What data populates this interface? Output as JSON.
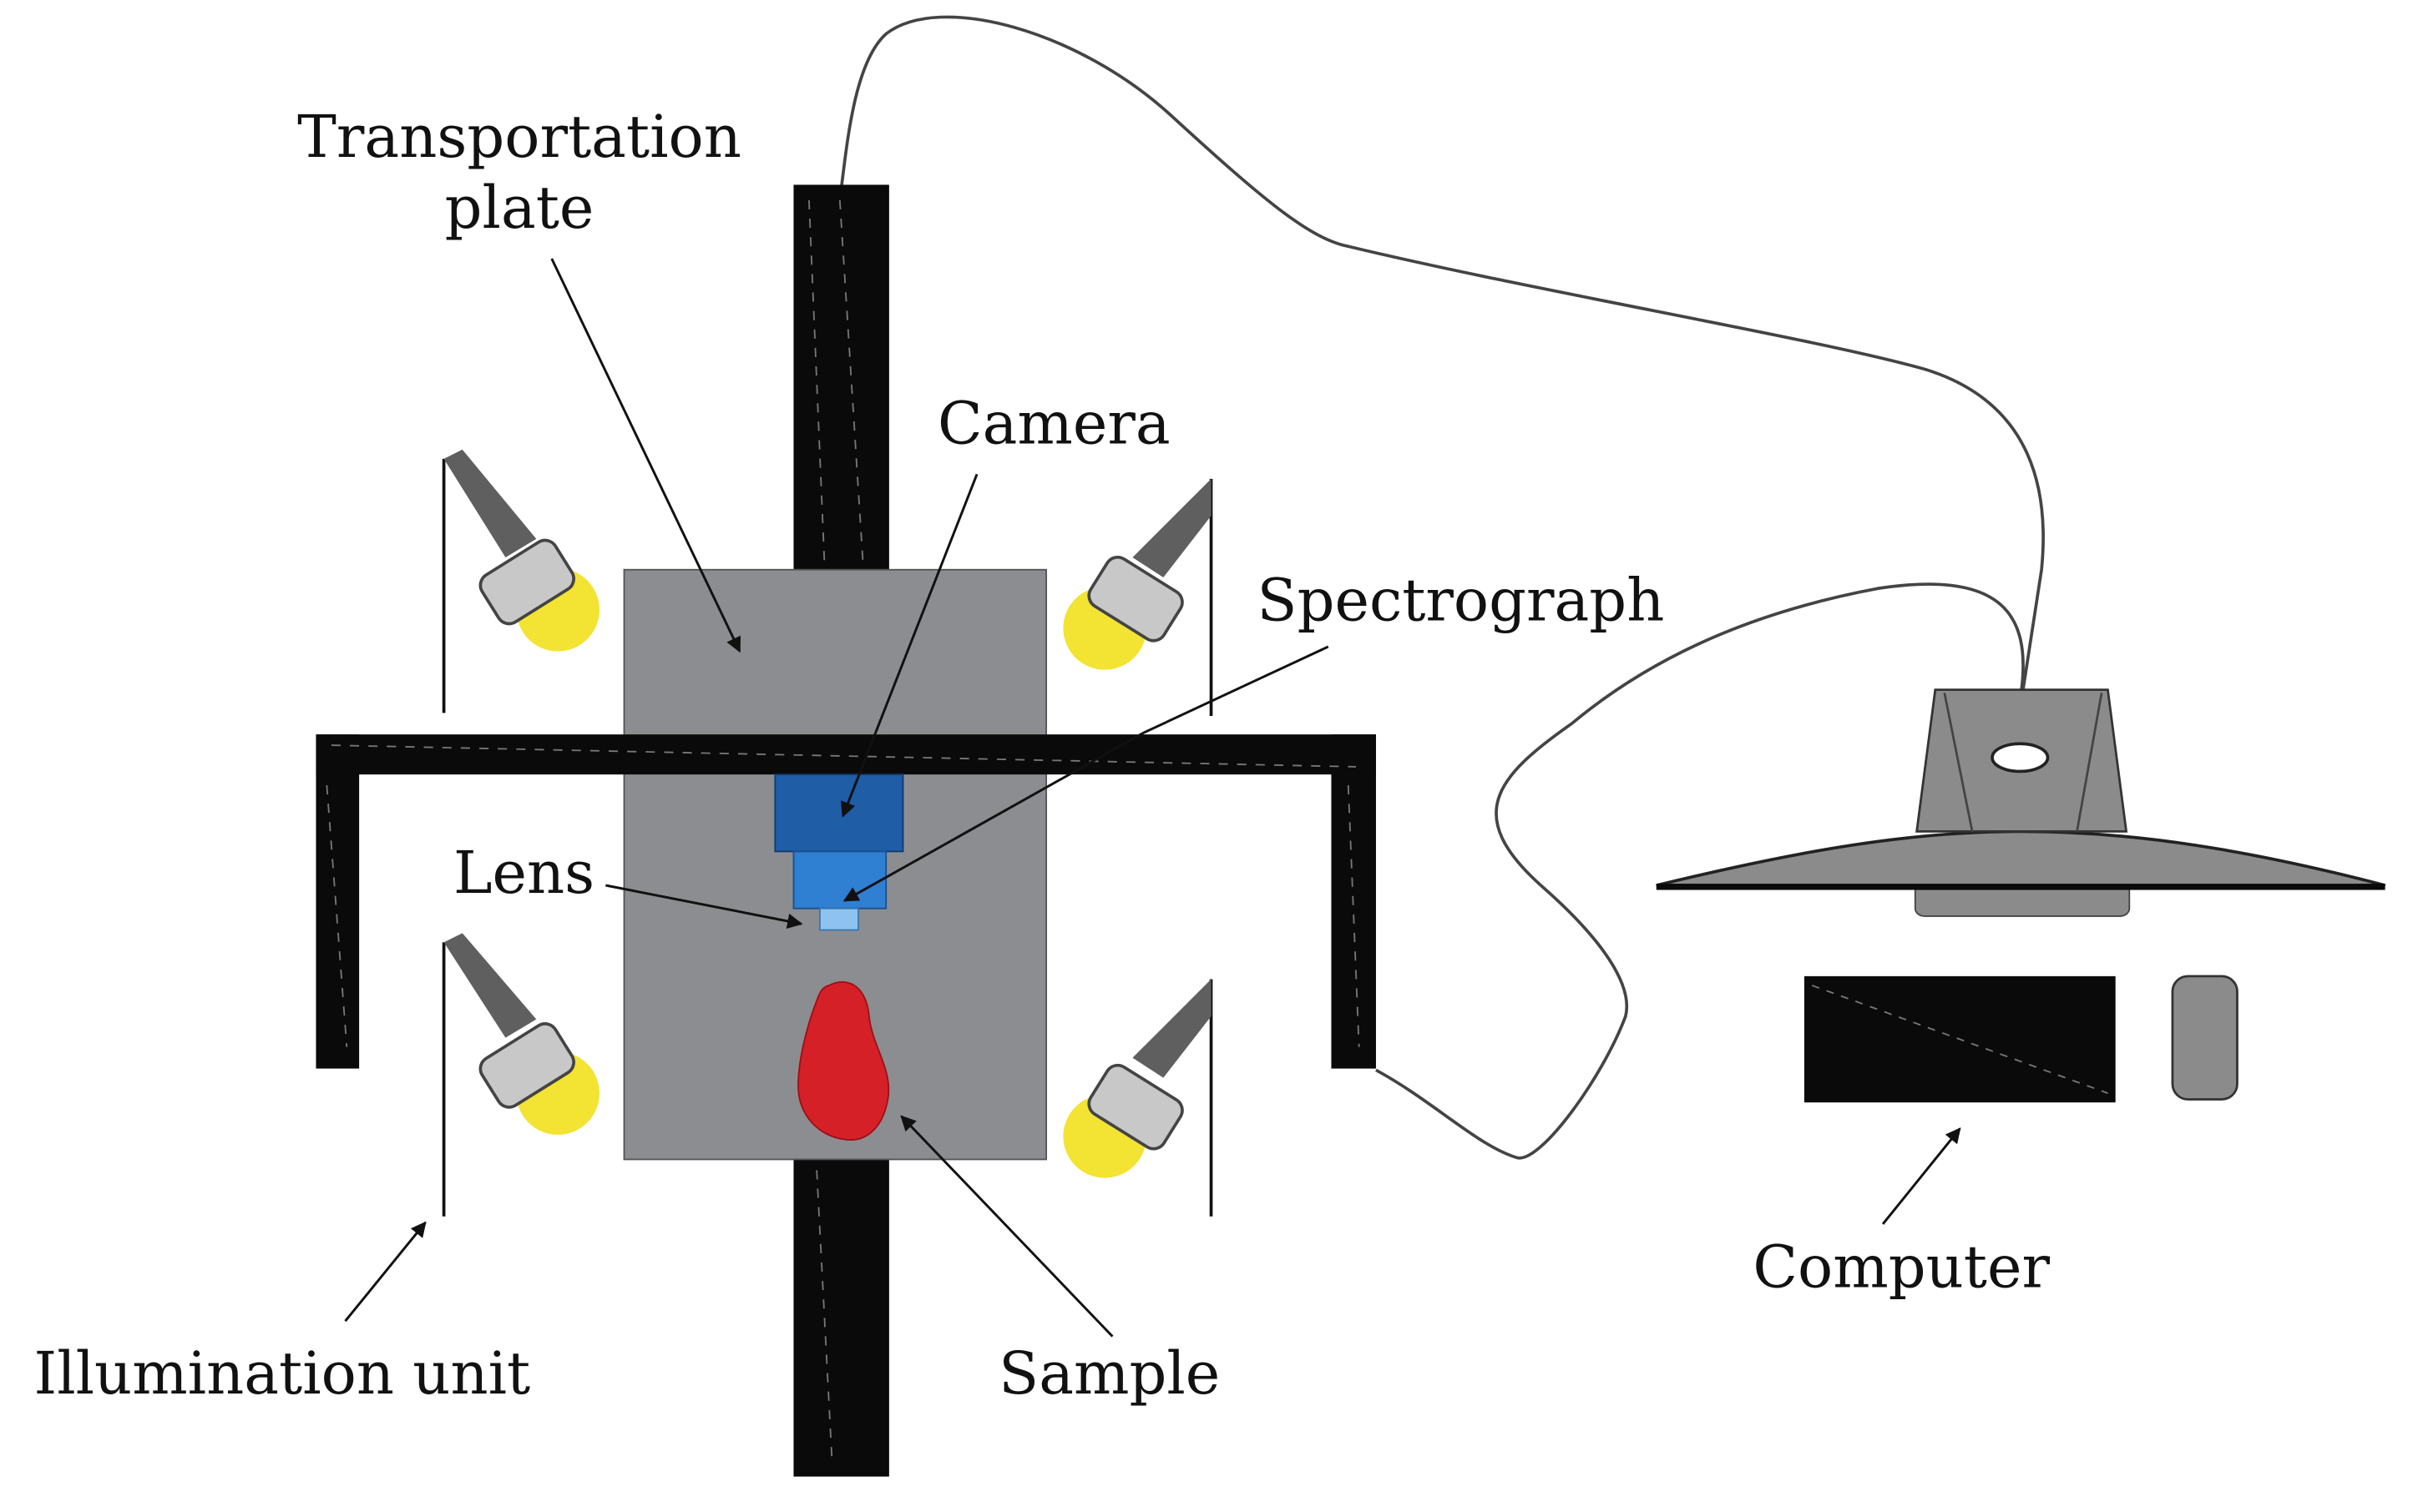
{
  "labels": {
    "transportation_plate_line1": "Transportation",
    "transportation_plate_line2": "plate",
    "camera": "Camera",
    "spectrograph": "Spectrograph",
    "lens": "Lens",
    "illumination_unit": "Illumination unit",
    "sample": "Sample",
    "computer": "Computer"
  },
  "colors": {
    "frame": "#0a0a0a",
    "plate": "#8c8d91",
    "camera_body": "#1f5da6",
    "spectrograph_body": "#2f7fd3",
    "lens": "#8dc3ee",
    "sample": "#d62027",
    "bulb": "#f3e333",
    "lamp_arm": "#5f5f5f",
    "lamp_housing": "#c8c8c8",
    "monitor": "#8b8b8b",
    "cable": "#444444"
  },
  "icons": {
    "lamp": "light-bulb-icon",
    "monitor": "monitor-icon",
    "keyboard": "keyboard-icon",
    "mouse": "mouse-icon"
  }
}
